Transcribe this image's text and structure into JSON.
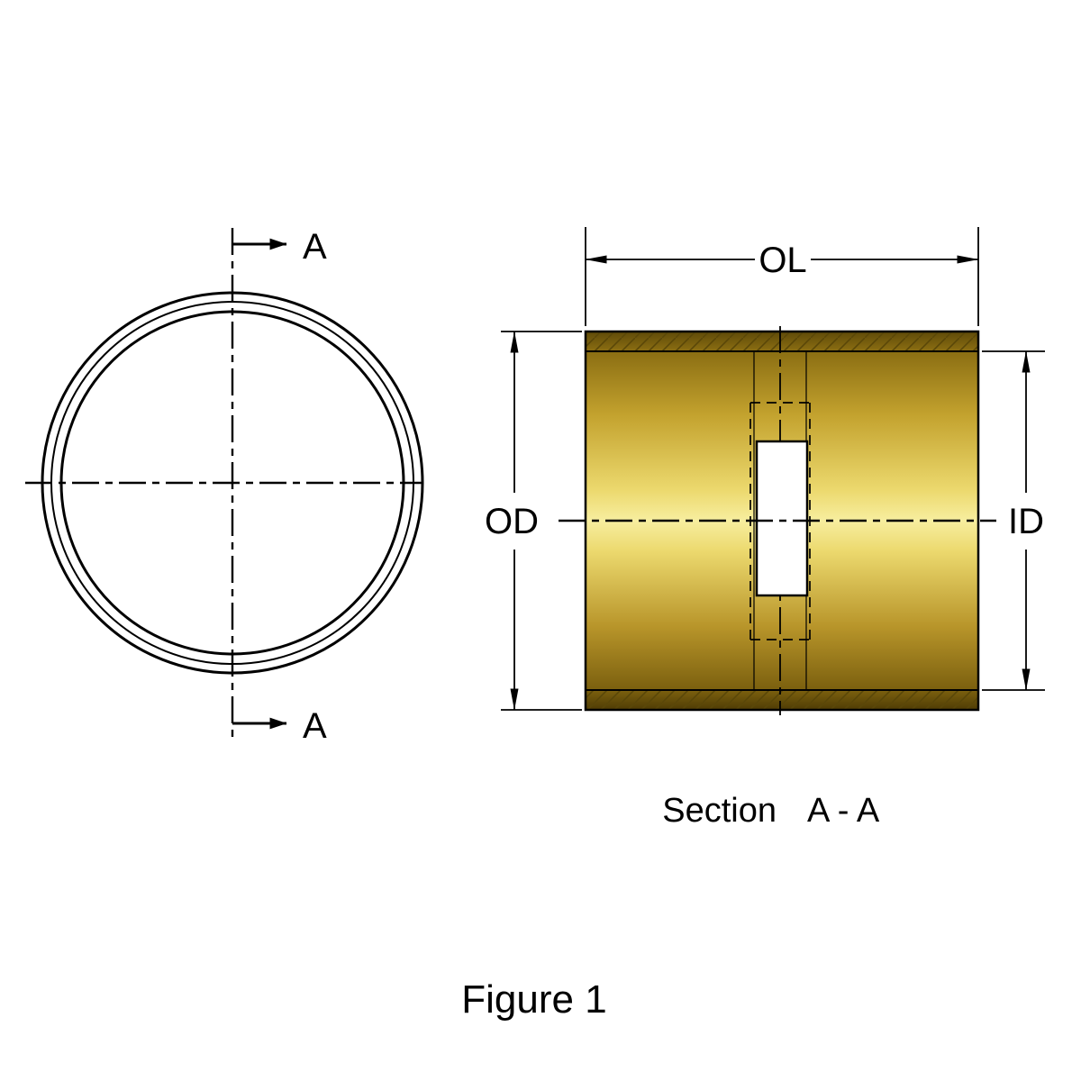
{
  "figure": {
    "caption": "Figure 1"
  },
  "section_title": {
    "word": "Section",
    "range": "A - A"
  },
  "front_view": {
    "section_label_top": "A",
    "section_label_bottom": "A"
  },
  "dimensions": {
    "overall_length": "OL",
    "outer_diameter": "OD",
    "inner_diameter": "ID"
  },
  "colors": {
    "line": "#000000",
    "background": "#ffffff",
    "hatch_line": "#5a4708",
    "brass_top_edge": "#5f4a08",
    "brass_dark": "#8a6d12",
    "brass_mid": "#c3a22e",
    "brass_light": "#ecd96e",
    "brass_highlight": "#f7ee9f",
    "brass_lower_mid": "#b8952a",
    "brass_bottom_dark": "#7a5f0e",
    "brass_bottom_edge": "#4f3c05"
  }
}
